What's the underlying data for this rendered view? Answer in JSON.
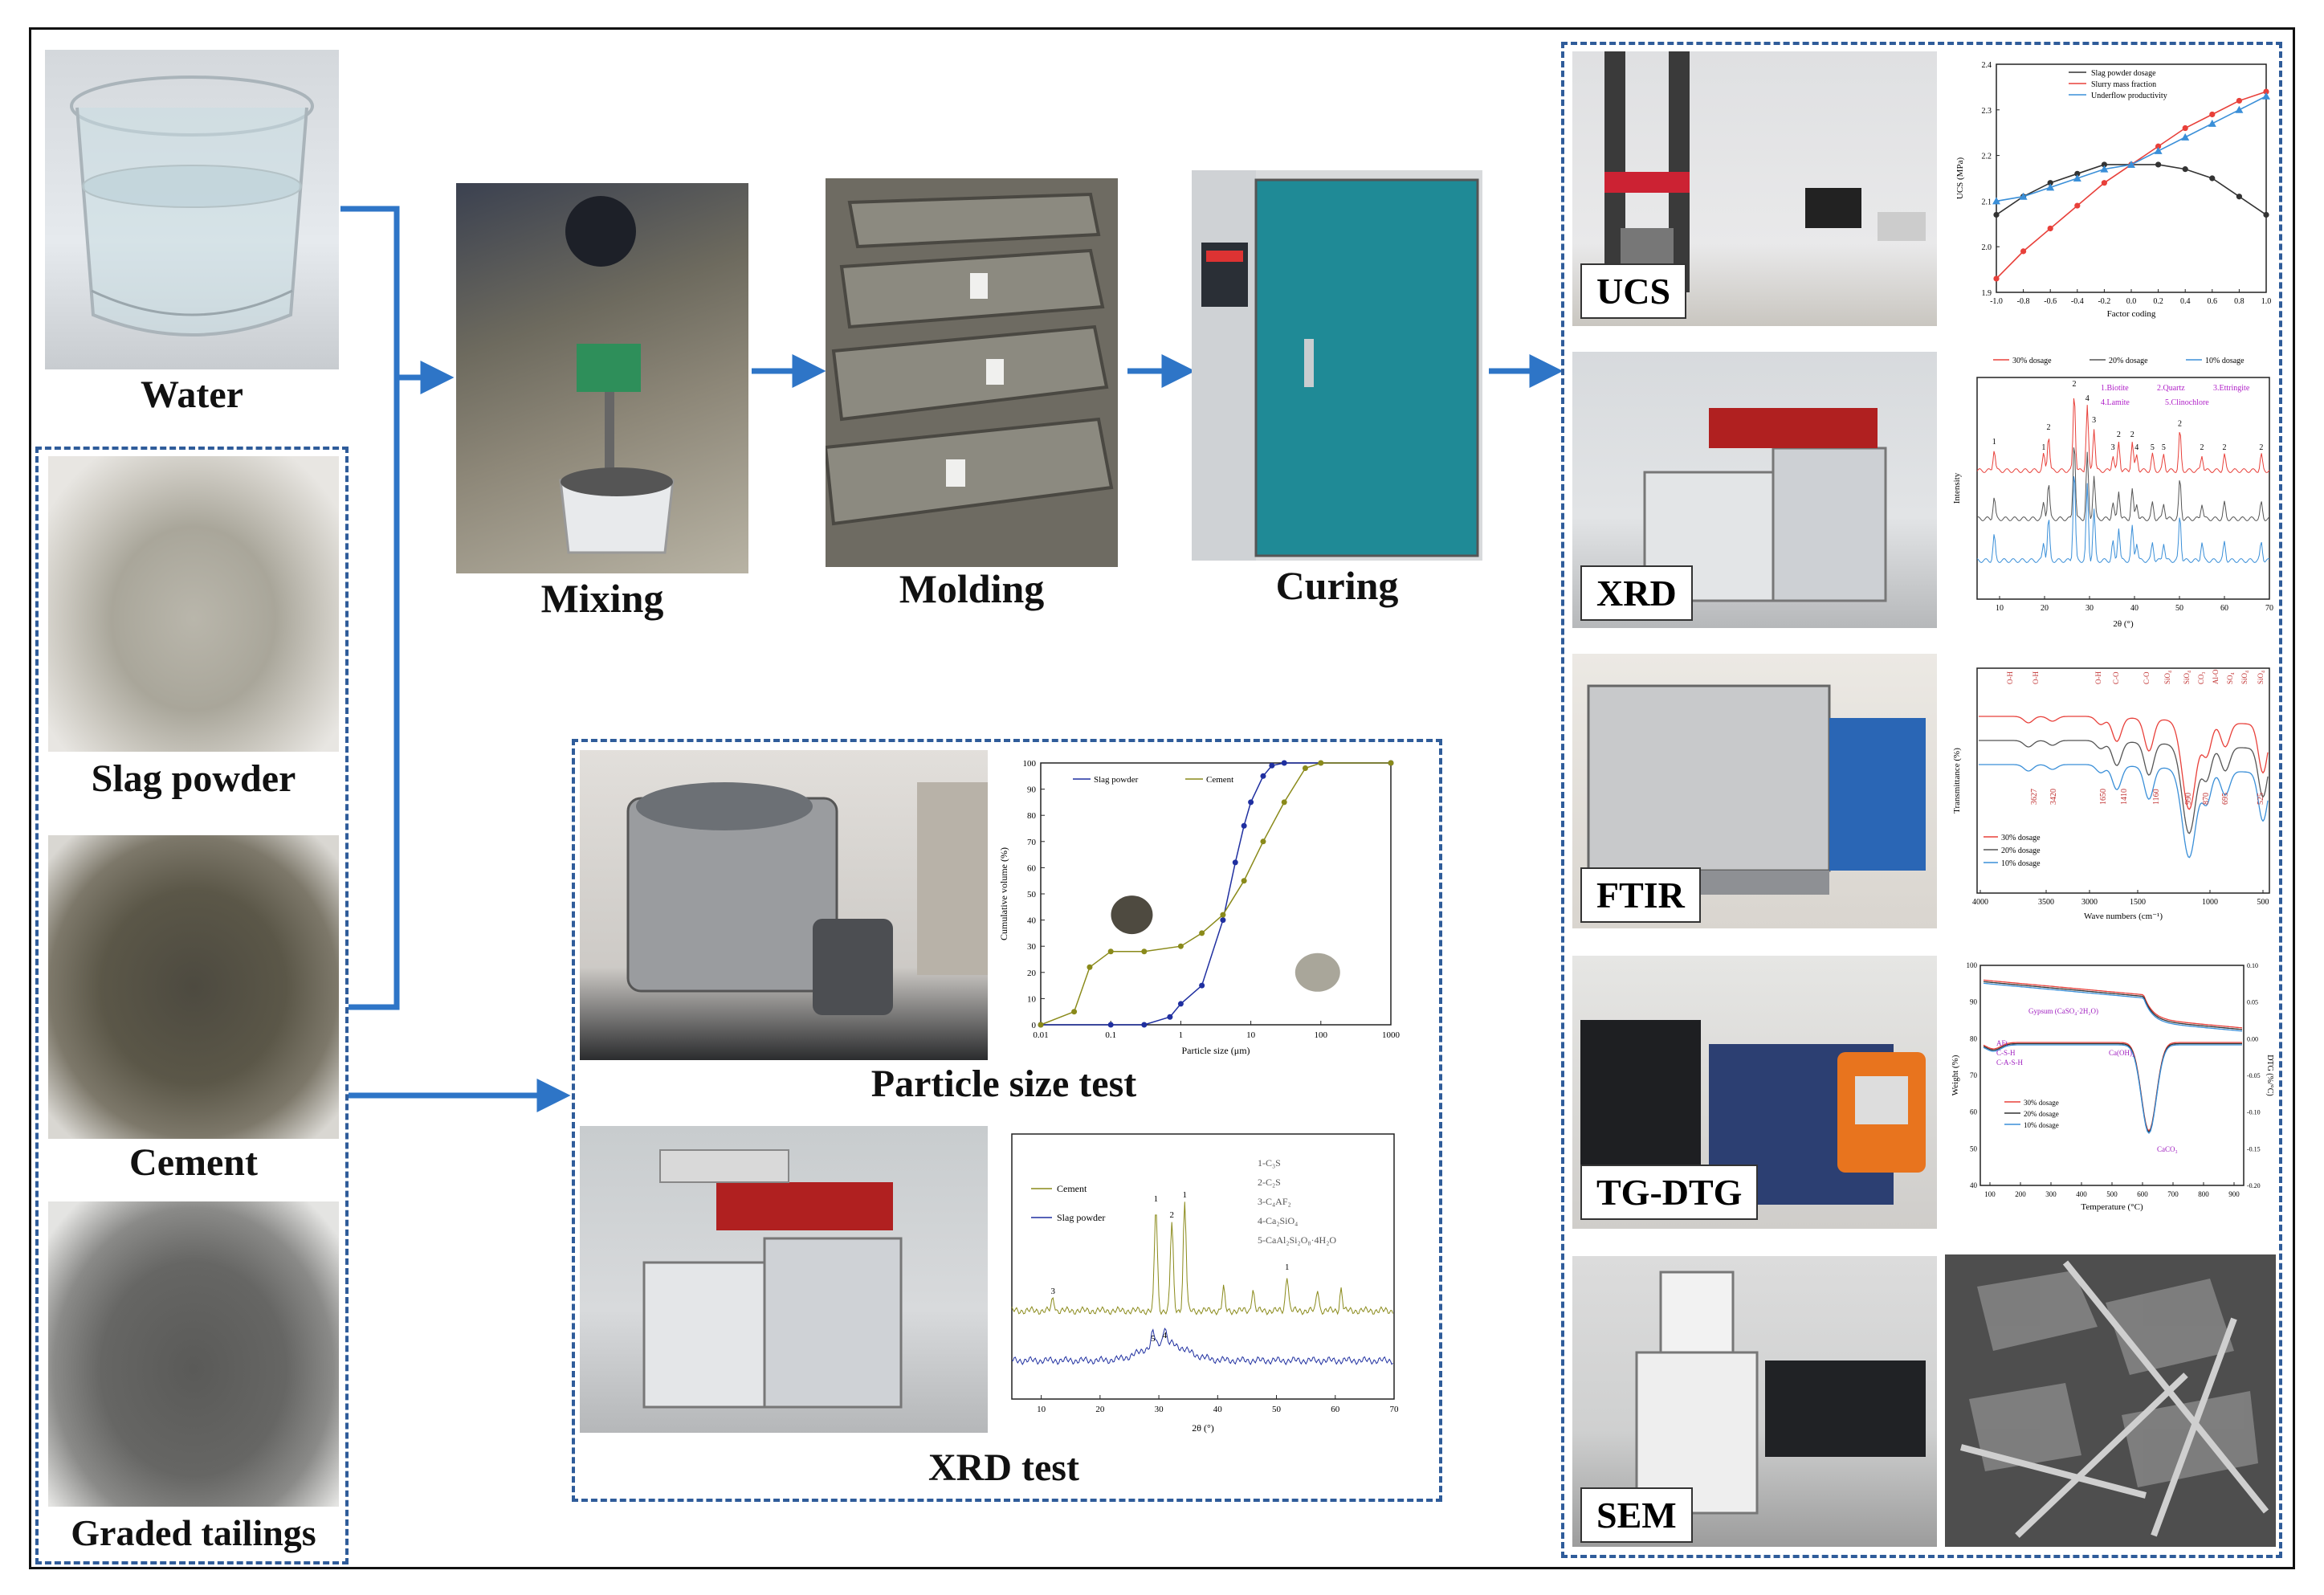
{
  "materials": {
    "water": "Water",
    "slag_powder": "Slag powder",
    "cement": "Cement",
    "graded_tailings": "Graded tailings"
  },
  "process": {
    "mixing": "Mixing",
    "molding": "Molding",
    "curing": "Curing"
  },
  "tests": {
    "particle_size": "Particle size test",
    "xrd_test": "XRD test",
    "ucs": "UCS",
    "xrd": "XRD",
    "ftir": "FTIR",
    "tg_dtg": "TG-DTG",
    "sem": "SEM"
  },
  "colors": {
    "arrow": "#2e75c7",
    "dashed_border": "#2f5c9a",
    "red_series": "#e8403a",
    "black_series": "#333333",
    "blue_series": "#3a8fd8",
    "olive_series": "#8a8a1a",
    "navy_series": "#1f2fa0"
  },
  "chart_data": [
    {
      "type": "line",
      "panel": "UCS",
      "xlabel": "Factor coding",
      "ylabel": "UCS (MPa)",
      "xlim": [
        -1.0,
        1.0
      ],
      "ylim": [
        1.9,
        2.4
      ],
      "x": [
        -1.0,
        -0.8,
        -0.6,
        -0.4,
        -0.2,
        0.0,
        0.2,
        0.4,
        0.6,
        0.8,
        1.0
      ],
      "xticks": [
        "-1.0",
        "-0.8",
        "-0.6",
        "-0.4",
        "-0.2",
        "0.0",
        "0.2",
        "0.4",
        "0.6",
        "0.8",
        "1.0"
      ],
      "yticks": [
        "1.9",
        "2.0",
        "2.1",
        "2.2",
        "2.3",
        "2.4"
      ],
      "series": [
        {
          "name": "Slag powder dosage",
          "values": [
            2.07,
            2.11,
            2.14,
            2.16,
            2.18,
            2.18,
            2.18,
            2.17,
            2.15,
            2.11,
            2.07
          ]
        },
        {
          "name": "Slurry mass fraction",
          "values": [
            1.93,
            1.99,
            2.04,
            2.09,
            2.14,
            2.18,
            2.22,
            2.26,
            2.29,
            2.32,
            2.34
          ]
        },
        {
          "name": "Underflow productivity",
          "values": [
            2.1,
            2.11,
            2.13,
            2.15,
            2.17,
            2.18,
            2.21,
            2.24,
            2.27,
            2.3,
            2.33
          ]
        }
      ],
      "legend": "top-center"
    },
    {
      "type": "line",
      "panel": "XRD",
      "xlabel": "2θ (°)",
      "ylabel": "Intensity",
      "xlim": [
        5,
        70
      ],
      "xticks": [
        "10",
        "20",
        "30",
        "40",
        "50",
        "60",
        "70"
      ],
      "series": [
        {
          "name": "30% dosage"
        },
        {
          "name": "20% dosage"
        },
        {
          "name": "10% dosage"
        }
      ],
      "phase_key": [
        "1.Biotite",
        "2.Quartz",
        "3.Ettringite",
        "4.Lamite",
        "5.Clinochlore"
      ],
      "peaks": [
        {
          "x": 8.8,
          "label": "1"
        },
        {
          "x": 19.8,
          "label": "1"
        },
        {
          "x": 20.9,
          "label": "2"
        },
        {
          "x": 26.6,
          "label": "2"
        },
        {
          "x": 29.5,
          "label": "4"
        },
        {
          "x": 31.0,
          "label": "3"
        },
        {
          "x": 35.2,
          "label": "3"
        },
        {
          "x": 36.5,
          "label": "2"
        },
        {
          "x": 39.5,
          "label": "2"
        },
        {
          "x": 40.5,
          "label": "4"
        },
        {
          "x": 44.0,
          "label": "5"
        },
        {
          "x": 46.5,
          "label": "5"
        },
        {
          "x": 50.1,
          "label": "2"
        },
        {
          "x": 55.0,
          "label": "2"
        },
        {
          "x": 60.0,
          "label": "2"
        },
        {
          "x": 68.2,
          "label": "2"
        }
      ]
    },
    {
      "type": "line",
      "panel": "FTIR",
      "xlabel": "Wave numbers (cm⁻¹)",
      "ylabel": "Transmittance (%)",
      "xticks": [
        "4000",
        "3500",
        "3000",
        "1500",
        "1000",
        "500"
      ],
      "series": [
        {
          "name": "30% dosage"
        },
        {
          "name": "20% dosage"
        },
        {
          "name": "10% dosage"
        }
      ],
      "band_labels": [
        "O-H",
        "O-H",
        "O-H",
        "C-O",
        "C-O",
        "SiO₄",
        "SiO₄",
        "CO₃",
        "Al-O",
        "SO₄",
        "SiO₄",
        "SiO₄"
      ],
      "wavenumbers": [
        "3627",
        "3420",
        "1650",
        "1410",
        "1160",
        "990",
        "870",
        "695",
        "525"
      ]
    },
    {
      "type": "line",
      "panel": "TG-DTG",
      "xlabel": "Temperature (°C)",
      "ylabel": "Weight (%)",
      "y2label": "DTG (%/°C)",
      "xticks": [
        "100",
        "200",
        "300",
        "400",
        "500",
        "600",
        "700",
        "800",
        "900"
      ],
      "yticks": [
        "40",
        "50",
        "60",
        "70",
        "80",
        "90",
        "100"
      ],
      "y2ticks": [
        "-0.20",
        "-0.15",
        "-0.10",
        "-0.05",
        "0.00",
        "0.05",
        "0.10"
      ],
      "series": [
        {
          "name": "30% dosage"
        },
        {
          "name": "20% dosage"
        },
        {
          "name": "10% dosage"
        }
      ],
      "annotations": [
        "Gypsum (CaSO₄·2H₂O)",
        "AFt",
        "C-S-H",
        "C-A-S-H",
        "Ca(OH)₂",
        "CaCO₃"
      ]
    },
    {
      "type": "line",
      "panel": "Particle size",
      "xlabel": "Particle size (μm)",
      "ylabel": "Cumulative volume (%)",
      "xscale": "log",
      "xticks": [
        "0.01",
        "0.1",
        "1",
        "10",
        "100",
        "1000"
      ],
      "yticks": [
        "0",
        "10",
        "20",
        "30",
        "40",
        "50",
        "60",
        "70",
        "80",
        "90",
        "100"
      ],
      "ylim": [
        0,
        100
      ],
      "series": [
        {
          "name": "Slag powder",
          "x": [
            0.01,
            0.1,
            0.3,
            0.7,
            1,
            2,
            4,
            6,
            8,
            10,
            15,
            20,
            30,
            1000
          ],
          "values": [
            0,
            0,
            0,
            3,
            8,
            15,
            40,
            62,
            76,
            85,
            95,
            99,
            100,
            100
          ]
        },
        {
          "name": "Cement",
          "x": [
            0.01,
            0.03,
            0.05,
            0.1,
            0.3,
            1,
            2,
            4,
            8,
            15,
            30,
            60,
            100,
            1000
          ],
          "values": [
            0,
            5,
            22,
            28,
            28,
            30,
            35,
            42,
            55,
            70,
            85,
            98,
            100,
            100
          ]
        }
      ]
    },
    {
      "type": "line",
      "panel": "XRD test",
      "xlabel": "2θ (°)",
      "xlim": [
        5,
        70
      ],
      "xticks": [
        "10",
        "20",
        "30",
        "40",
        "50",
        "60",
        "70"
      ],
      "series": [
        {
          "name": "Cement"
        },
        {
          "name": "Slag powder"
        }
      ],
      "phase_key": [
        "1-C₃S",
        "2-C₂S",
        "3-C₄AF₂",
        "4-Ca₂SiO₄",
        "5-CaAl₂Si₂O₈·4H₂O"
      ],
      "peaks_cement": [
        {
          "x": 12,
          "label": "3"
        },
        {
          "x": 29.5,
          "label": "1"
        },
        {
          "x": 32.2,
          "label": "2"
        },
        {
          "x": 34.4,
          "label": "1"
        },
        {
          "x": 51.8,
          "label": "1"
        }
      ],
      "peaks_slag": [
        {
          "x": 29.0,
          "label": "5"
        },
        {
          "x": 31.0,
          "label": "4"
        }
      ]
    }
  ]
}
